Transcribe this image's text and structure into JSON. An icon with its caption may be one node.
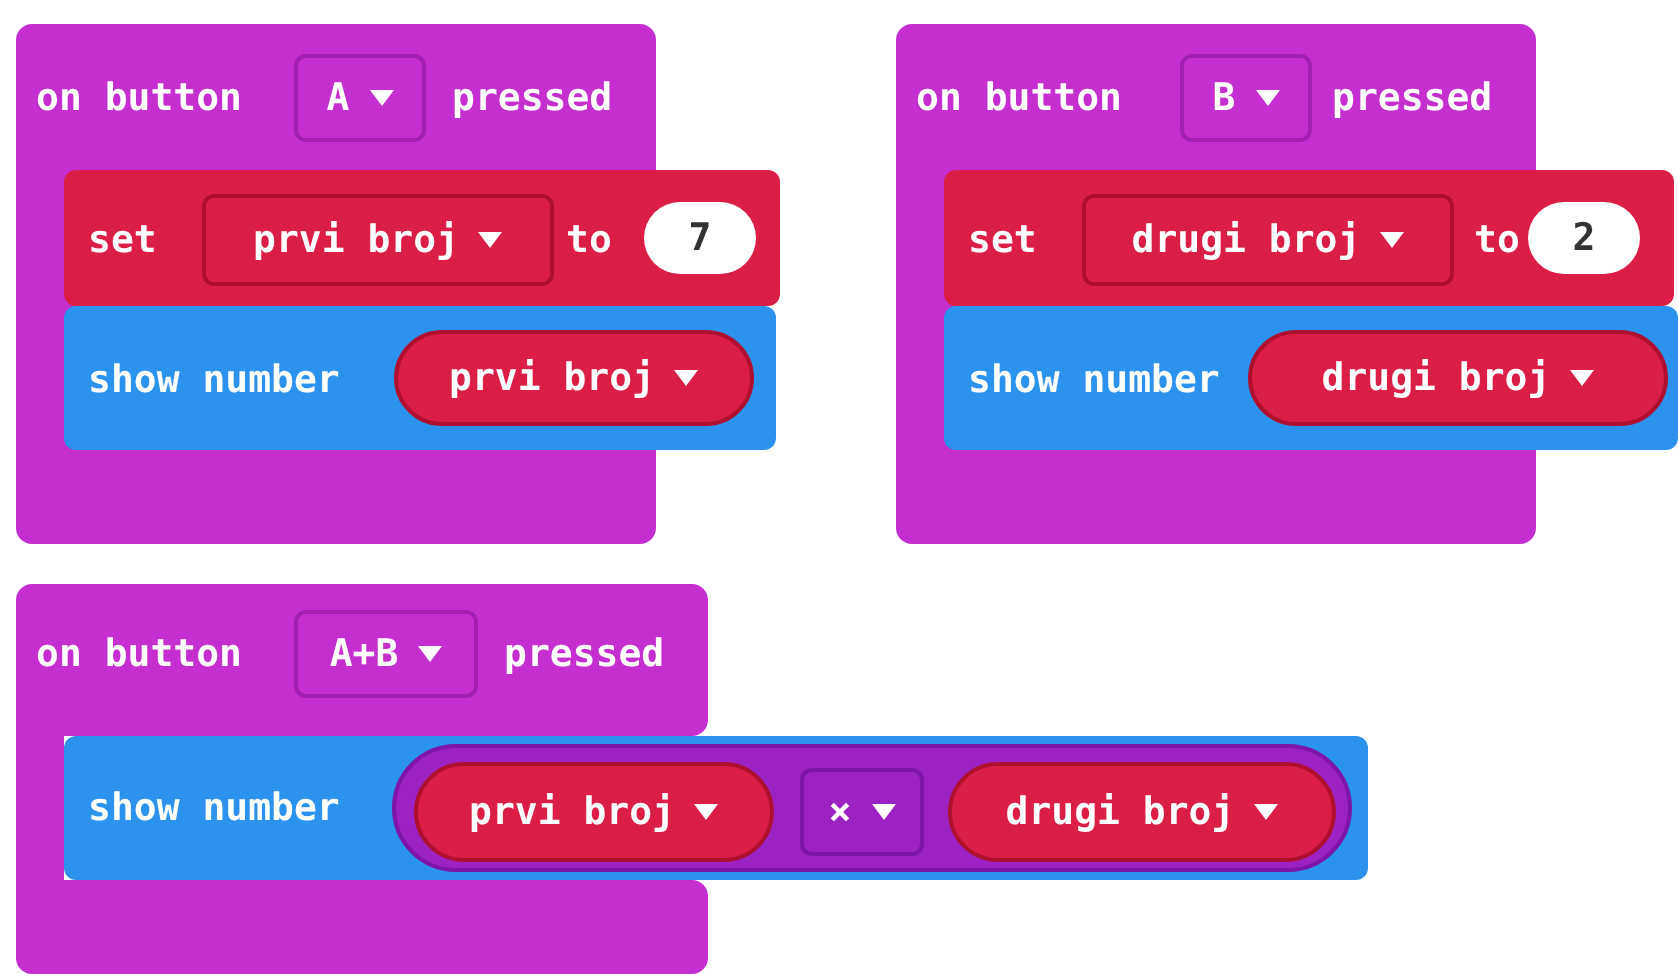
{
  "diagram": {
    "nodes": [
      {
        "text": [
          "on button",
          "pressed"
        ]
      },
      {
        "text": [
          "A"
        ],
        "in": 0
      },
      {
        "text": [
          "set",
          "to"
        ]
      },
      {
        "text": [
          "prvi broj"
        ],
        "in": 2
      },
      {
        "text": [
          "7"
        ],
        "in": 2
      },
      {
        "text": [
          "show number"
        ]
      },
      {
        "text": [
          "prvi broj"
        ],
        "in": 5
      },
      {
        "text": [
          "on button",
          "pressed"
        ]
      },
      {
        "text": [
          "B"
        ],
        "in": 7
      },
      {
        "text": [
          "set",
          "to"
        ]
      },
      {
        "text": [
          "drugi broj"
        ],
        "in": 9
      },
      {
        "text": [
          "2"
        ],
        "in": 9
      },
      {
        "text": [
          "show number"
        ]
      },
      {
        "text": [
          "drugi broj"
        ],
        "in": 12
      },
      {
        "text": [
          "on button",
          "pressed"
        ]
      },
      {
        "text": [
          "A+B"
        ],
        "in": 14
      },
      {
        "text": [
          "show number"
        ]
      },
      {
        "text": [],
        "shape": "box",
        "in": 16
      },
      {
        "text": [
          "prvi broj"
        ],
        "in": 17
      },
      {
        "text": [
          "×"
        ],
        "in": 17
      },
      {
        "text": [
          "drugi broj"
        ],
        "in": 17
      }
    ],
    "edges": []
  }
}
